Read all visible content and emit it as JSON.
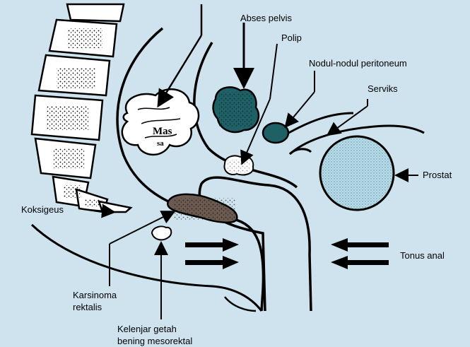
{
  "labels": {
    "abses_pelvis": "Abses pelvis",
    "polip": "Polip",
    "nodul_peritoneum": "Nodul-nodul peritoneum",
    "serviks": "Serviks",
    "prostat": "Prostat",
    "koksigeus": "Koksigeus",
    "tonus_anal": "Tonus anal",
    "karsinoma_line1": "Karsinoma",
    "karsinoma_line2": "rektalis",
    "kelenjar_line1": "Kelenjar getah",
    "kelenjar_line2": "bening mesorektal",
    "massa_line1": "Mas",
    "massa_line2": "sa"
  },
  "colors": {
    "background": "#cfe3ee",
    "ink": "#000000",
    "abscess_fill": "#1f5f66",
    "prostate_fill": "#b9dce8",
    "tumor_fill": "#6b5a50",
    "white": "#ffffff"
  }
}
